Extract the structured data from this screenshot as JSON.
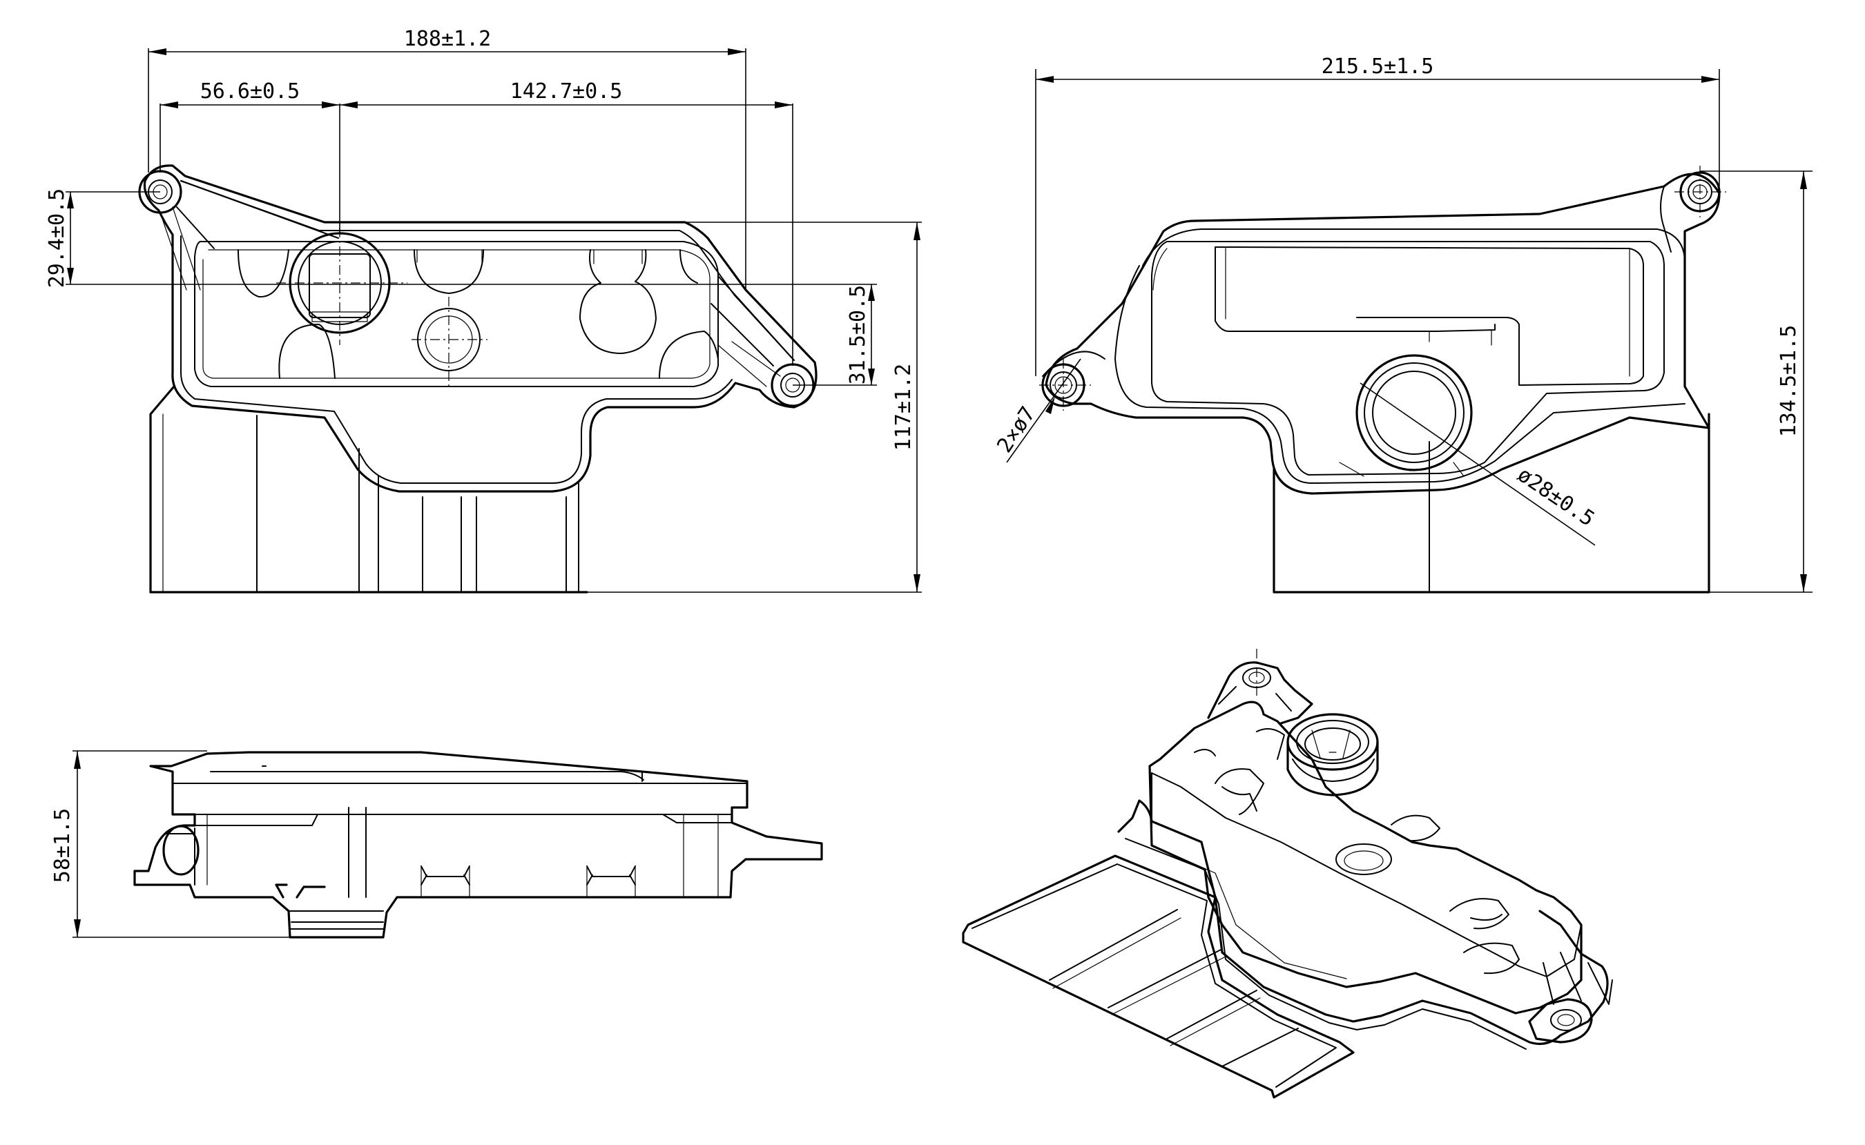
{
  "drawing": {
    "top_view": {
      "dimensions": {
        "overall_length": "188±1.2",
        "inlet_offset": "56.6±0.5",
        "hole_spacing": "142.7±0.5",
        "hole_to_inlet_offset": "29.4±0.5",
        "right_hole_offset": "31.5±0.5",
        "overall_width": "117±1.2"
      }
    },
    "bottom_view": {
      "dimensions": {
        "overall_length": "215.5±1.5",
        "overall_width": "134.5±1.5",
        "hole_diameter": "2×ø7",
        "inlet_diameter": "ø28±0.5"
      }
    },
    "side_view": {
      "dimensions": {
        "overall_height": "58±1.5"
      }
    }
  }
}
